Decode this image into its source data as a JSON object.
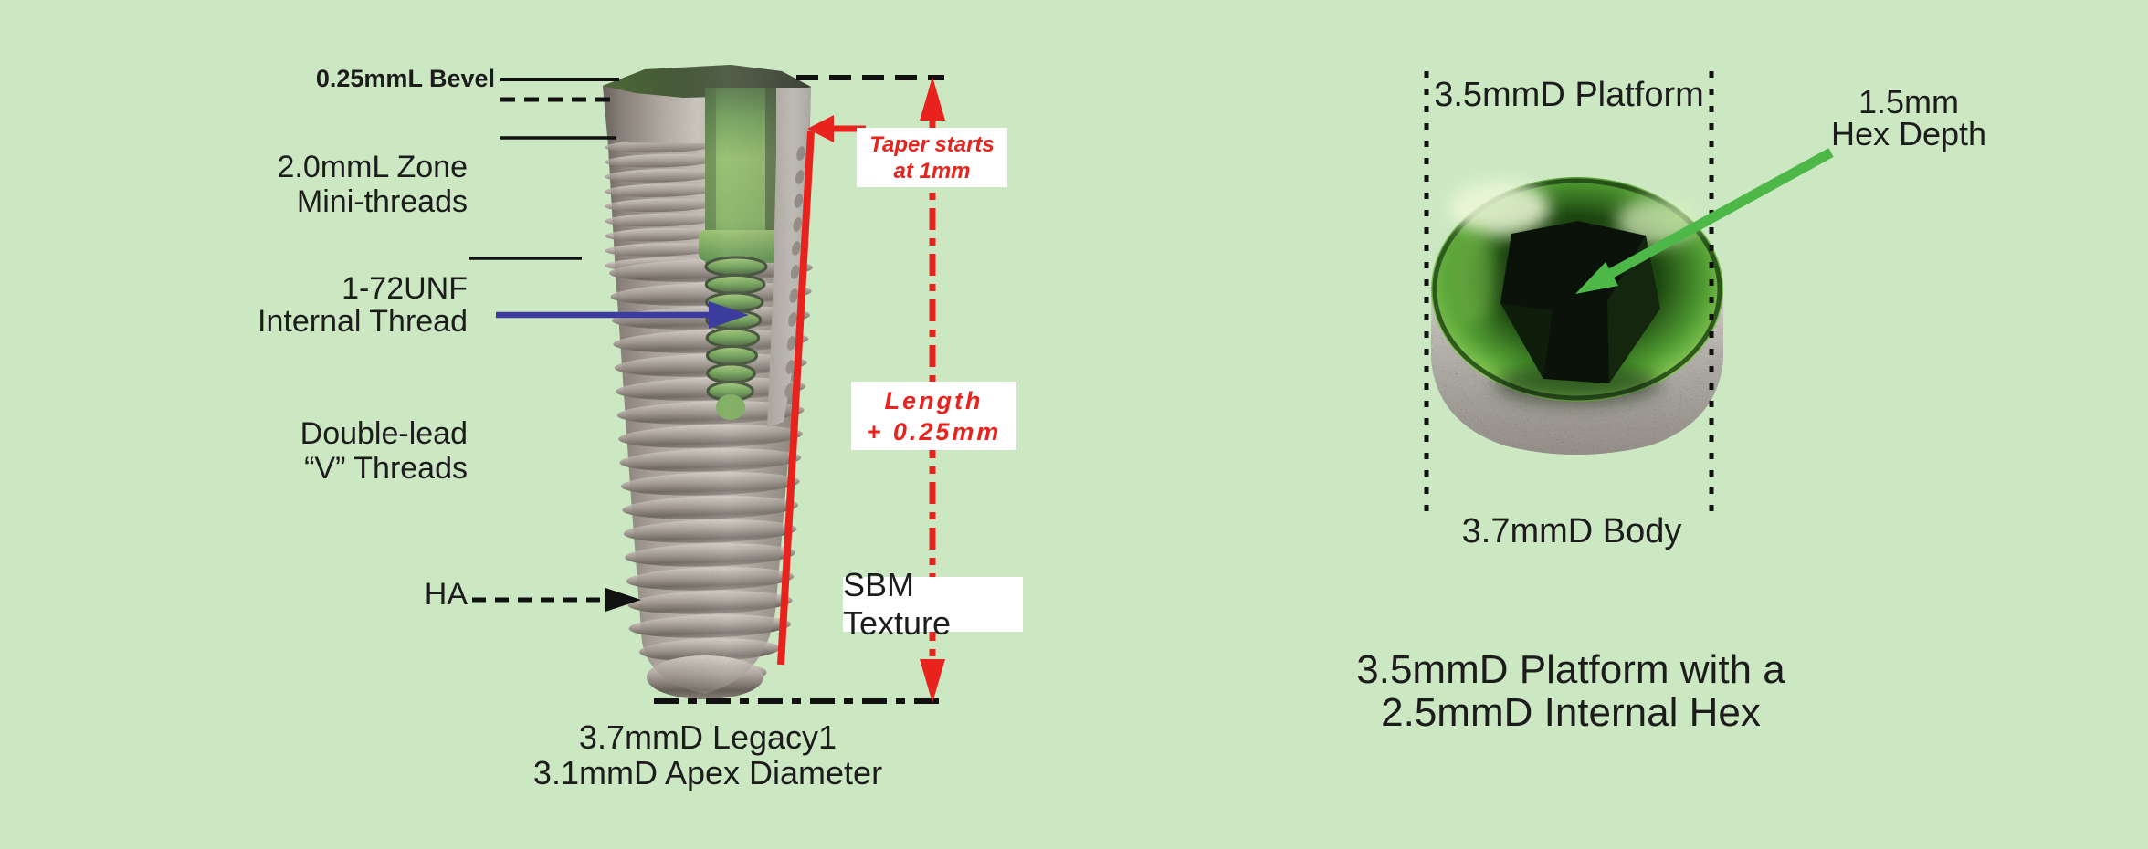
{
  "colors": {
    "background": "#cbe8c2",
    "annotation_red": "#e8231d",
    "annotation_blue": "#3c3c9e",
    "annotation_green": "#4db848",
    "text": "#1c1c1c"
  },
  "left_diagram": {
    "bevel_label": "0.25mmL Bevel",
    "zone_label_line1": "2.0mmL Zone",
    "zone_label_line2": "Mini-threads",
    "internal_thread_label_line1": "1-72UNF",
    "internal_thread_label_line2": "Internal Thread",
    "v_threads_label_line1": "Double-lead",
    "v_threads_label_line2": "“V” Threads",
    "ha_label": "HA",
    "taper_note_line1": "Taper starts",
    "taper_note_line2": "at 1mm",
    "length_note_line1": "Length",
    "length_note_line2": "+ 0.25mm",
    "sbm_note": "SBM Texture",
    "caption_line1": "3.7mmD Legacy1",
    "caption_line2": "3.1mmD Apex Diameter"
  },
  "right_diagram": {
    "platform_label": "3.5mmD Platform",
    "hex_depth_label_line1": "1.5mm",
    "hex_depth_label_line2": "Hex Depth",
    "body_label": "3.7mmD Body",
    "caption_line1": "3.5mmD Platform with a",
    "caption_line2": "2.5mmD Internal Hex"
  }
}
